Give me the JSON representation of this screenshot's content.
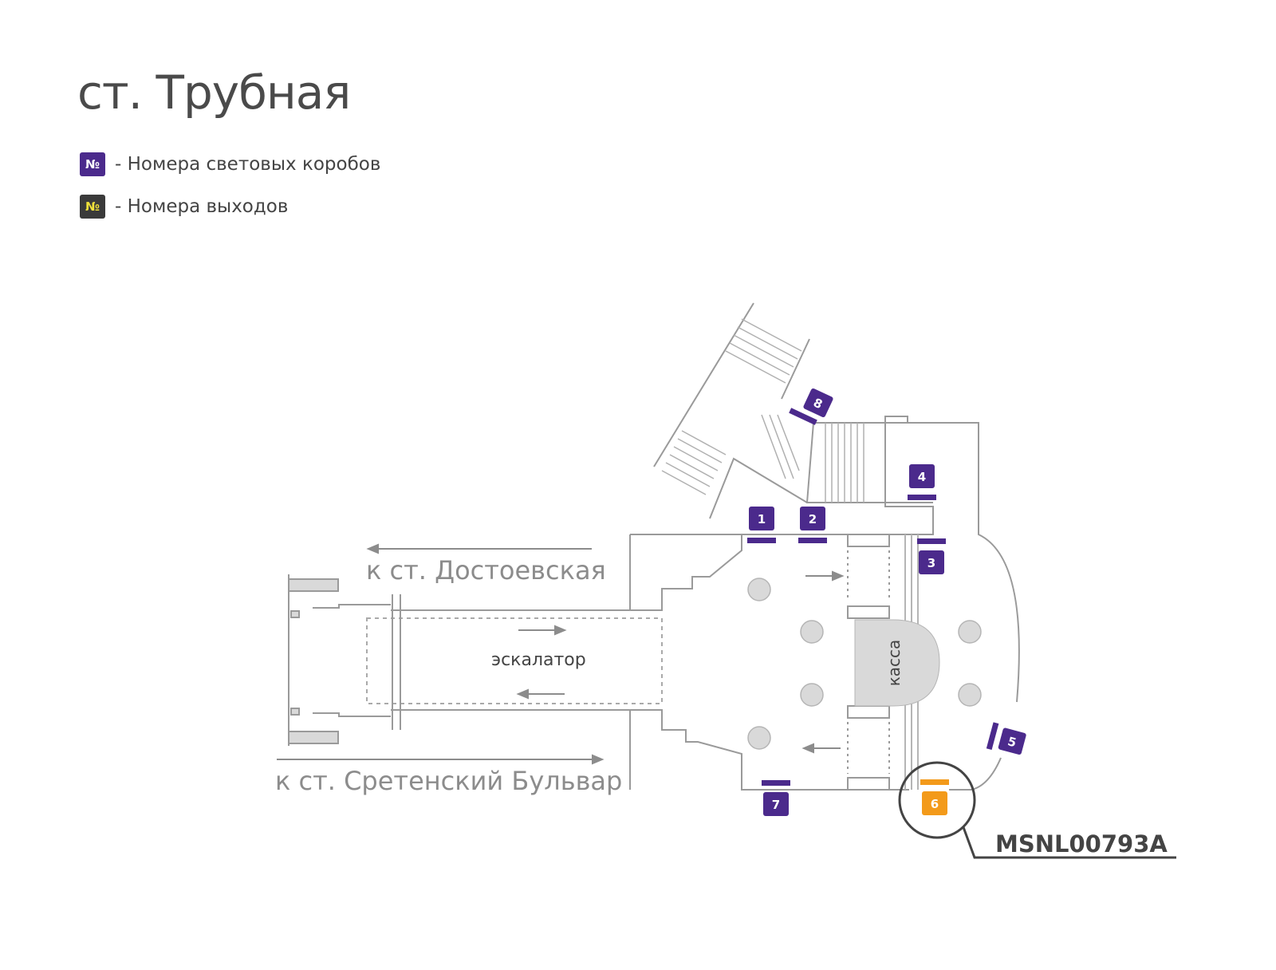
{
  "title": "ст. Трубная",
  "legend": [
    {
      "symbol": "№",
      "text": "- Номера световых коробов",
      "bg": "#4b2a8c",
      "fg": "#ffffff"
    },
    {
      "symbol": "№",
      "text": "- Номера выходов",
      "bg": "#3a3a3a",
      "fg": "#f0e13a"
    }
  ],
  "map": {
    "direction_dostoevskaya": "к ст. Достоевская",
    "direction_sretensky": "к ст. Сретенский Бульвар",
    "escalator_label": "эскалатор",
    "kassa_label": "касса",
    "highlight_code": "MSNL00793A",
    "lightboxes": [
      "1",
      "2",
      "3",
      "4",
      "5",
      "6",
      "7",
      "8"
    ],
    "highlighted_box": "6",
    "colors": {
      "lightbox": "#4b2a8c",
      "highlight": "#f39a1a",
      "walls": "#9a9a9a",
      "kassa": "#d9d9d9"
    }
  }
}
